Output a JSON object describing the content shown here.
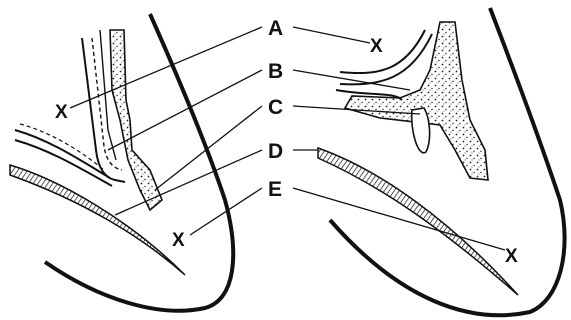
{
  "figure": {
    "callouts": [
      {
        "key": "A",
        "text": "A"
      },
      {
        "key": "B",
        "text": "B"
      },
      {
        "key": "C",
        "text": "C"
      },
      {
        "key": "D",
        "text": "D"
      },
      {
        "key": "E",
        "text": "E"
      }
    ],
    "x_marks": [
      "X",
      "X",
      "X",
      "X"
    ]
  }
}
